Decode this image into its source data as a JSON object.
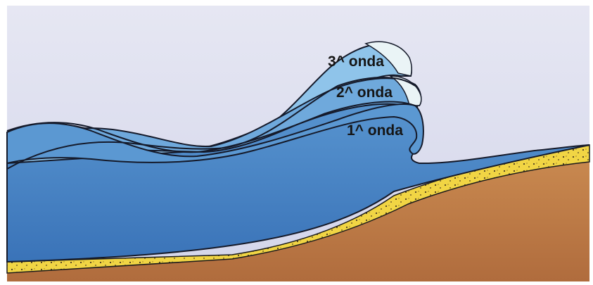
{
  "labels": {
    "wave3": "3^ onda",
    "wave2": "2^ onda",
    "wave1": "1^ onda"
  },
  "colors": {
    "sky": "#d9dbee",
    "water_deep": "#3c79c0",
    "water_mid": "#5b98d2",
    "water_light": "#8fc4ea",
    "crest_foam": "#e9f3f6",
    "sand": "#f0d341",
    "ground": "#bd7a4a",
    "outline": "#151a2a"
  }
}
